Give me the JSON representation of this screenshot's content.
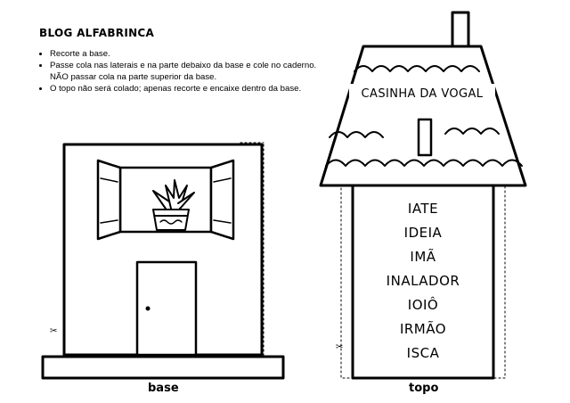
{
  "blog_title": "BLOG ALFABRINCA",
  "instructions": [
    "Recorte a base.",
    "Passe cola nas laterais e na parte debaixo da base e cole no caderno. NÃO passar cola na parte superior da base.",
    "O topo não será colado; apenas recorte e encaixe dentro da base."
  ],
  "roof_title": "CASINHA DA VOGAL",
  "words": [
    "IATE",
    "IDEIA",
    "IMÃ",
    "INALADOR",
    "IOIÔ",
    "IRMÃO",
    "ISCA"
  ],
  "captions": {
    "base": "base",
    "topo": "topo"
  },
  "icons": {
    "scissors": "scissors-icon"
  }
}
